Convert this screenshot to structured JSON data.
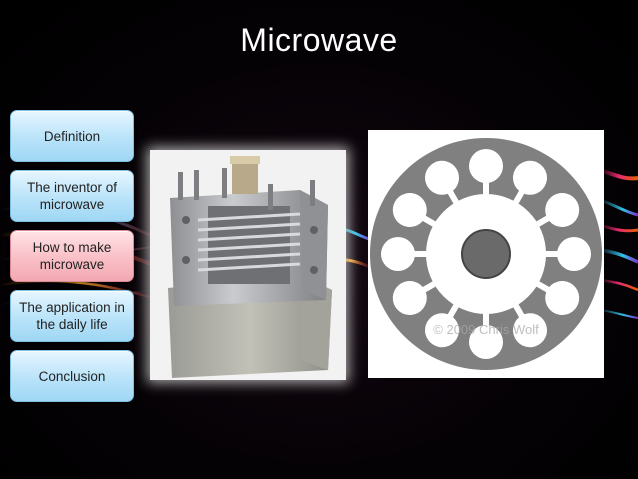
{
  "slide": {
    "title": "Microwave"
  },
  "nav": {
    "items": [
      {
        "label": "Definition",
        "active": false
      },
      {
        "label": "The inventor of microwave",
        "active": false
      },
      {
        "label": "How to make microwave",
        "active": true
      },
      {
        "label": "The application in the daily life",
        "active": false
      },
      {
        "label": "Conclusion",
        "active": false
      }
    ]
  },
  "diagram": {
    "watermark": "© 2009 Chris Wolf"
  },
  "colors": {
    "nav_normal": "#b9e3f9",
    "nav_active": "#f9bfc6",
    "diagram_ring": "#808080",
    "diagram_core": "#6a6a6a"
  }
}
